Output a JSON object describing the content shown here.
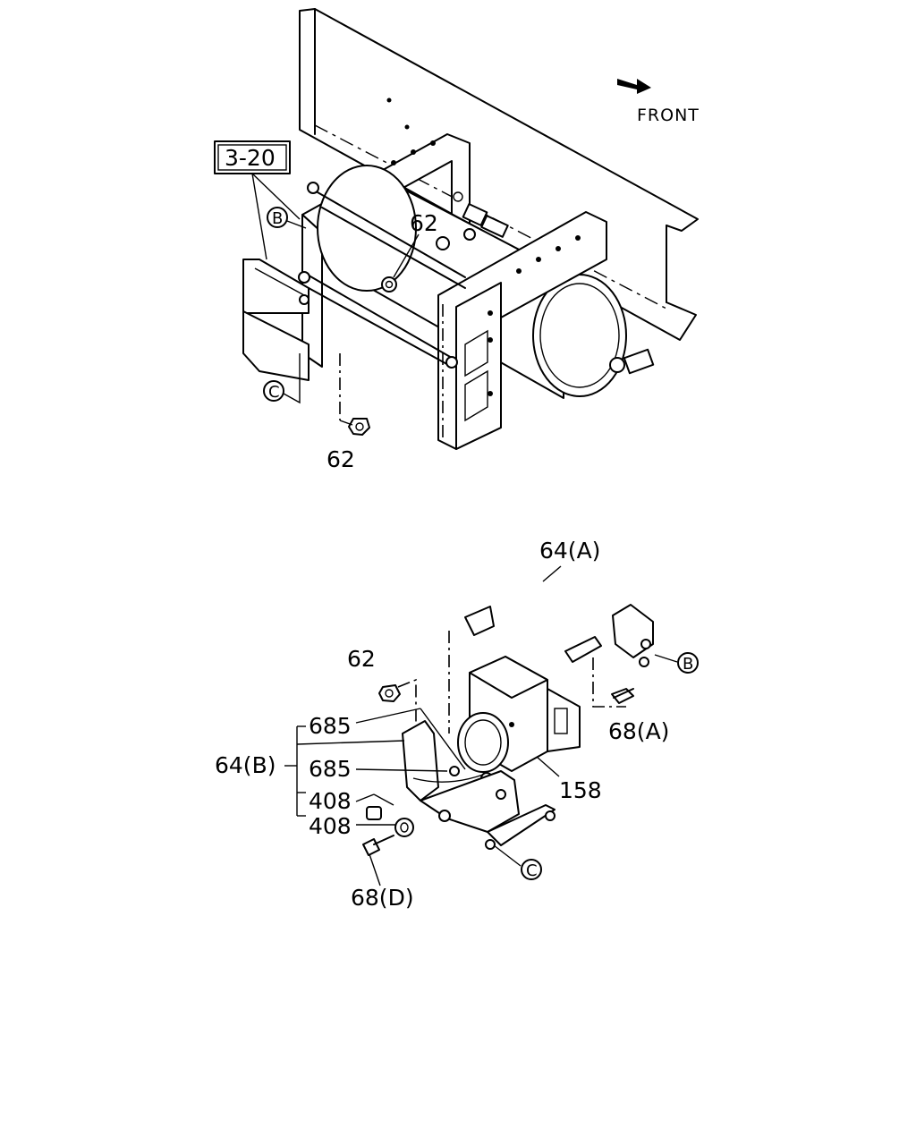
{
  "front_label": "FRONT",
  "ref_box": "3-20",
  "circle_b": "B",
  "circle_c": "C",
  "top_assembly": {
    "nut_upper": "62",
    "nut_lower": "62"
  },
  "bottom_assembly": {
    "pipe_a": "64(A)",
    "nut": "62",
    "bracket_part_1": "685",
    "bracket_group": "64(B)",
    "bracket_part_2": "685",
    "rubber_1": "408",
    "rubber_2": "408",
    "bolt_d": "68(D)",
    "bolt_a": "68(A)",
    "modulator": "158"
  }
}
